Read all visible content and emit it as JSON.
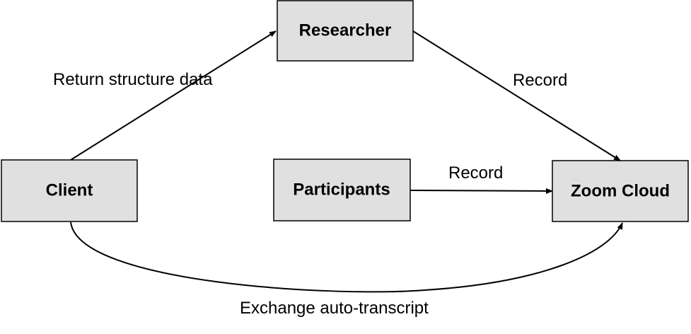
{
  "diagram": {
    "node_fill": "#e0e0e0",
    "line_color": "#000000",
    "nodes": {
      "researcher": "Researcher",
      "client": "Client",
      "participants": "Participants",
      "zoom_cloud": "Zoom Cloud"
    },
    "edges": {
      "client_to_researcher": "Return structure data",
      "researcher_to_zoom": "Record",
      "participants_to_zoom": "Record",
      "client_to_zoom": "Exchange auto-transcript"
    }
  }
}
